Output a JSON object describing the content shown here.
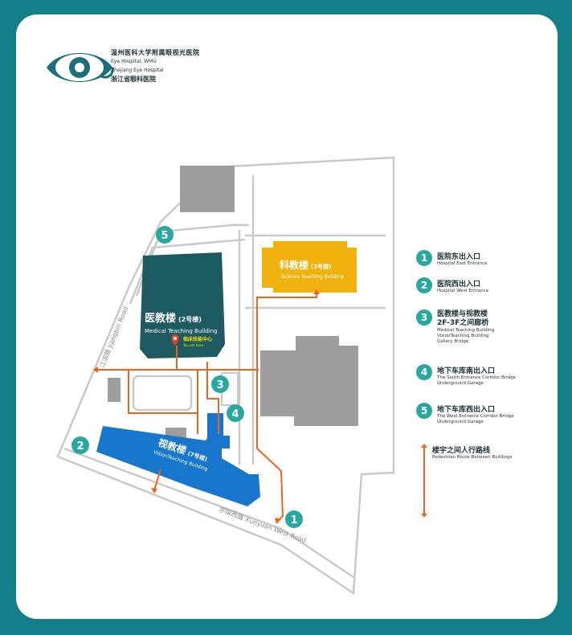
{
  "header": {
    "org_cn": "温州医科大学附属眼视光医院",
    "org_en_1": "Eye Hospital, WMU",
    "org_en_2": "Zhejiang Eye Hospital",
    "org_cn_2": "浙江省眼科医院"
  },
  "buildings": {
    "medical": {
      "cn": "医教楼",
      "tag": "(2号楼)",
      "en": "Medical Teaching Building"
    },
    "science": {
      "cn": "科教楼",
      "tag": "(3号楼)",
      "en": "Science Teaching Building"
    },
    "vision": {
      "cn": "视教楼",
      "tag": "(7号楼)",
      "en": "VisionTeaching Building"
    }
  },
  "marker": {
    "cn": "临床技能中心",
    "en": "You are here"
  },
  "roads": {
    "west": "江滨路 Jiangbin Road",
    "south": "学院西路 Xueyuan West Road"
  },
  "entrances": [
    "1",
    "2",
    "3",
    "4",
    "5"
  ],
  "legend": [
    {
      "num": "1",
      "cn": "医院东出入口",
      "en": "Hospital East Entrance"
    },
    {
      "num": "2",
      "cn": "医院西出入口",
      "en": "Hospital West Entrance"
    },
    {
      "num": "3",
      "cn": "医教楼与视教楼\n2F-3F之间廊桥",
      "en": "Medical Teaching Building\nVisionTeaching Building\nGallery Bridge"
    },
    {
      "num": "4",
      "cn": "地下车库南出入口",
      "en": "The South Entrance Corridor Bridge\nUnderground Garage"
    },
    {
      "num": "5",
      "cn": "地下车库西出入口",
      "en": "The West Entrance Corridor Bridge\nUnderground Garage"
    }
  ],
  "legend_route": {
    "cn": "楼宇之间人行路线",
    "en": "Pedestrian Route Between Buildings"
  },
  "colors": {
    "frame": "#137e88",
    "medical": "#1d5a62",
    "science": "#f1b20f",
    "vision": "#1877cc",
    "gray_building": "#9e9e9e",
    "route": "#e8651c",
    "badge": "#2aa8a0"
  }
}
